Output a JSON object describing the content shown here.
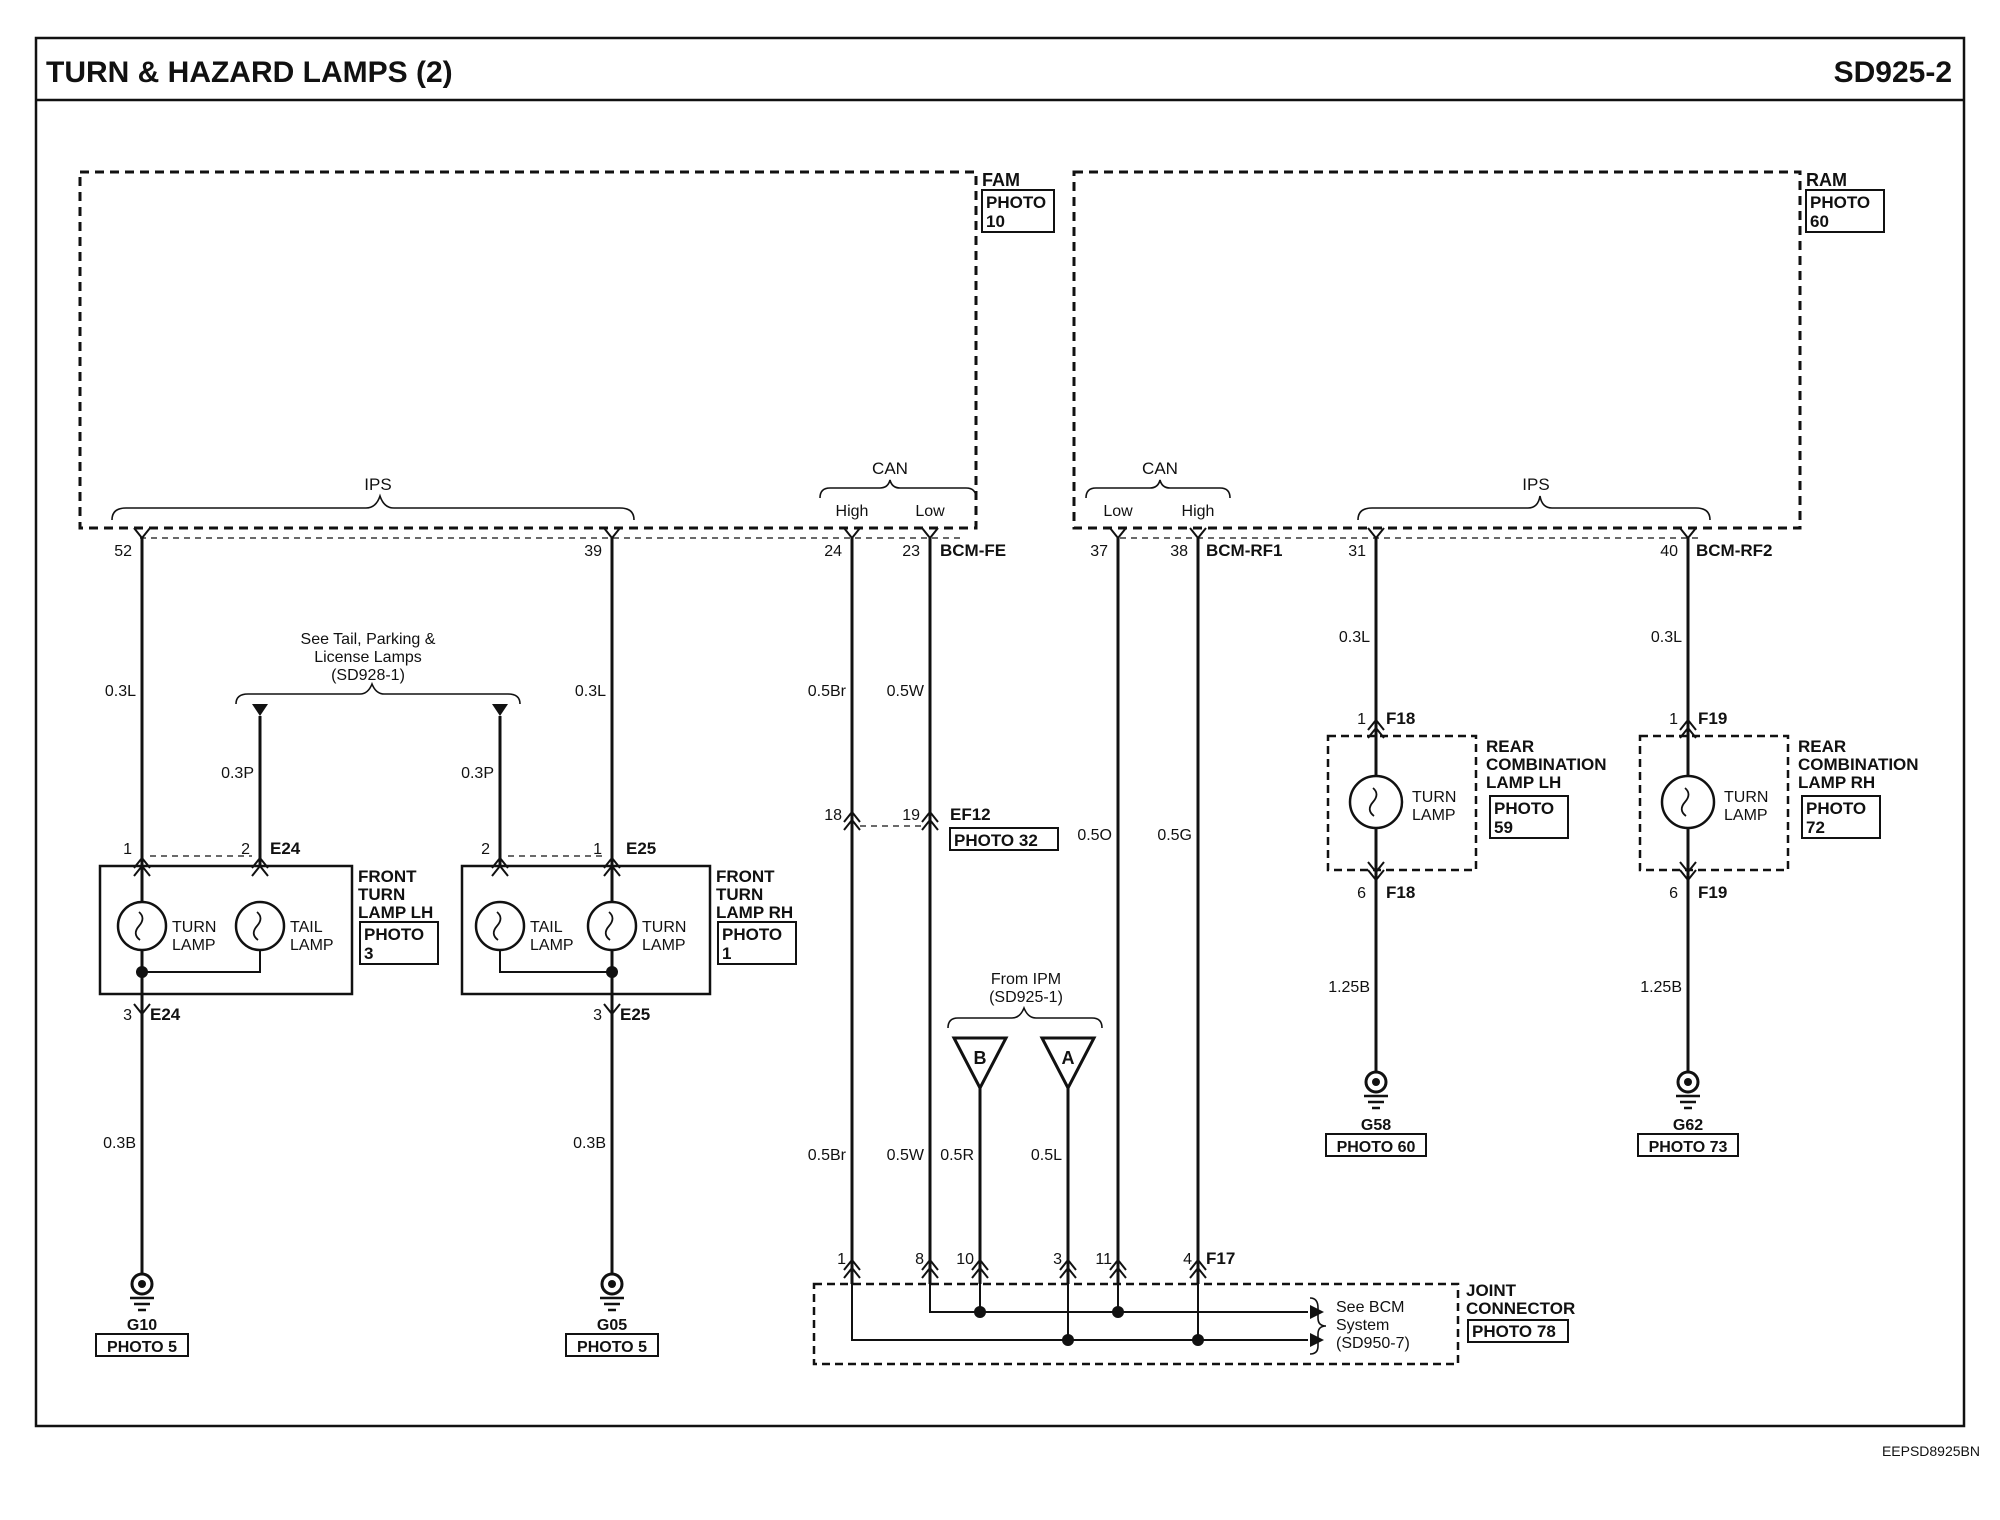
{
  "header": {
    "title": "TURN & HAZARD LAMPS (2)",
    "code": "SD925-2"
  },
  "footer": {
    "code": "EEPSD8925BN"
  },
  "modules": {
    "fam": {
      "label": "FAM",
      "photo": [
        "PHOTO",
        "10"
      ],
      "ips": "IPS",
      "can": "CAN",
      "can_high": "High",
      "can_low": "Low",
      "connector": "BCM-FE"
    },
    "ram": {
      "label": "RAM",
      "photo": [
        "PHOTO",
        "60"
      ],
      "ips": "IPS",
      "can": "CAN",
      "can_low": "Low",
      "can_high": "High",
      "connector_can": "BCM-RF1",
      "connector_ips": "BCM-RF2"
    }
  },
  "pins": {
    "p52": "52",
    "p39": "39",
    "p24": "24",
    "p23": "23",
    "p37": "37",
    "p38": "38",
    "p31": "31",
    "p40": "40",
    "e24_1": "1",
    "e24_2": "2",
    "e24_3": "3",
    "e25_2": "2",
    "e25_1": "1",
    "e25_3": "3",
    "ef12_18": "18",
    "ef12_19": "19",
    "f18_1": "1",
    "f18_6": "6",
    "f19_1": "1",
    "f19_6": "6",
    "f17_1": "1",
    "f17_8": "8",
    "f17_10": "10",
    "f17_3": "3",
    "f17_11": "11",
    "f17_4": "4"
  },
  "connectors": {
    "e24": "E24",
    "e25": "E25",
    "ef12": "EF12",
    "f18": "F18",
    "f19": "F19",
    "f17": "F17"
  },
  "wires": {
    "w52": "0.3L",
    "w39": "0.3L",
    "w24": "0.5Br",
    "w23": "0.5W",
    "w37": "0.5O",
    "w38": "0.5G",
    "w31": "0.3L",
    "w40": "0.3L",
    "wtail_l": "0.3P",
    "wtail_r": "0.3P",
    "wg10": "0.3B",
    "wg05": "0.3B",
    "w24b": "0.5Br",
    "w23b": "0.5W",
    "wr": "0.5R",
    "wl": "0.5L",
    "wg58": "1.25B",
    "wg62": "1.25B"
  },
  "see_tail": [
    "See Tail, Parking &",
    "License Lamps",
    "(SD928-1)"
  ],
  "from_ipm": [
    "From IPM",
    "(SD925-1)"
  ],
  "triangles": {
    "b": "B",
    "a": "A"
  },
  "photo_word": "PHOTO",
  "components": {
    "front_lh": {
      "name": [
        "FRONT",
        "TURN",
        "LAMP LH"
      ],
      "photo": [
        "PHOTO",
        "3"
      ],
      "turn": [
        "TURN",
        "LAMP"
      ],
      "tail": [
        "TAIL",
        "LAMP"
      ]
    },
    "front_rh": {
      "name": [
        "FRONT",
        "TURN",
        "LAMP RH"
      ],
      "photo": [
        "PHOTO",
        "1"
      ],
      "turn": [
        "TURN",
        "LAMP"
      ],
      "tail": [
        "TAIL",
        "LAMP"
      ]
    },
    "rear_lh": {
      "name": [
        "REAR",
        "COMBINATION",
        "LAMP LH"
      ],
      "photo": [
        "PHOTO",
        "59"
      ],
      "turn": [
        "TURN",
        "LAMP"
      ]
    },
    "rear_rh": {
      "name": [
        "REAR",
        "COMBINATION",
        "LAMP RH"
      ],
      "photo": [
        "PHOTO",
        "72"
      ],
      "turn": [
        "TURN",
        "LAMP"
      ]
    },
    "joint": {
      "name": [
        "JOINT",
        "CONNECTOR"
      ],
      "photo": "PHOTO 78",
      "see_bcm": [
        "See BCM",
        "System",
        "(SD950-7)"
      ]
    }
  },
  "grounds": {
    "g10": {
      "id": "G10",
      "photo": "PHOTO 5"
    },
    "g05": {
      "id": "G05",
      "photo": "PHOTO 5"
    },
    "g58": {
      "id": "G58",
      "photo": "PHOTO 60"
    },
    "g62": {
      "id": "G62",
      "photo": "PHOTO 73"
    }
  },
  "ef12_photo": "PHOTO 32"
}
